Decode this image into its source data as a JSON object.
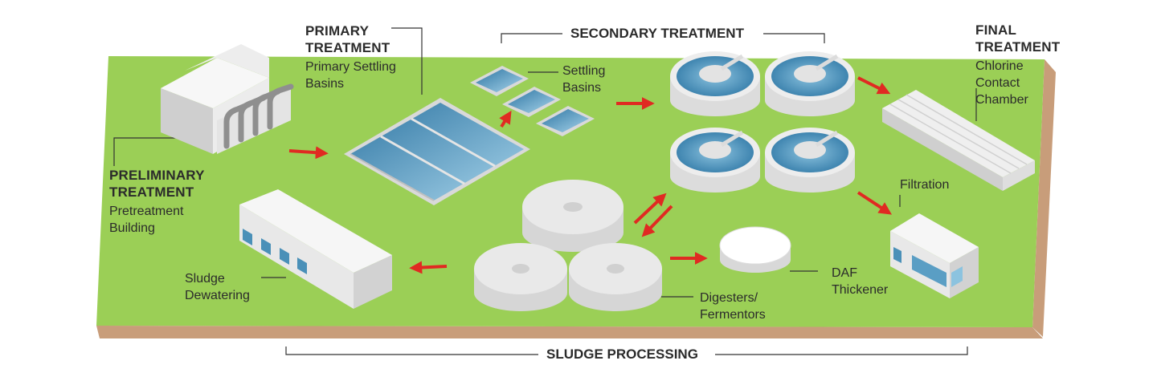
{
  "labels": {
    "primary": {
      "title1": "PRIMARY",
      "title2": "TREATMENT",
      "sub1": "Primary Settling",
      "sub2": "Basins"
    },
    "secondary": {
      "title": "SECONDARY TREATMENT"
    },
    "settling": {
      "sub1": "Settling",
      "sub2": "Basins"
    },
    "final": {
      "title1": "FINAL",
      "title2": "TREATMENT",
      "sub1": "Chlorine",
      "sub2": "Contact",
      "sub3": "Chamber"
    },
    "preliminary": {
      "title1": "PRELIMINARY",
      "title2": "TREATMENT",
      "sub1": "Pretreatment",
      "sub2": "Building"
    },
    "filtration": {
      "sub1": "Filtration"
    },
    "sludge_dewatering": {
      "sub1": "Sludge",
      "sub2": "Dewatering"
    },
    "daf": {
      "sub1": "DAF",
      "sub2": "Thickener"
    },
    "digesters": {
      "sub1": "Digesters/",
      "sub2": "Fermentors"
    },
    "sludge_processing": {
      "title": "SLUDGE PROCESSING"
    }
  },
  "colors": {
    "ground_top": "#9bcf56",
    "ground_side": "#c89d7a",
    "water": "#4a90b8",
    "arrow": "#e02a22",
    "building": "#e6e6e6",
    "leader": "#333333"
  }
}
